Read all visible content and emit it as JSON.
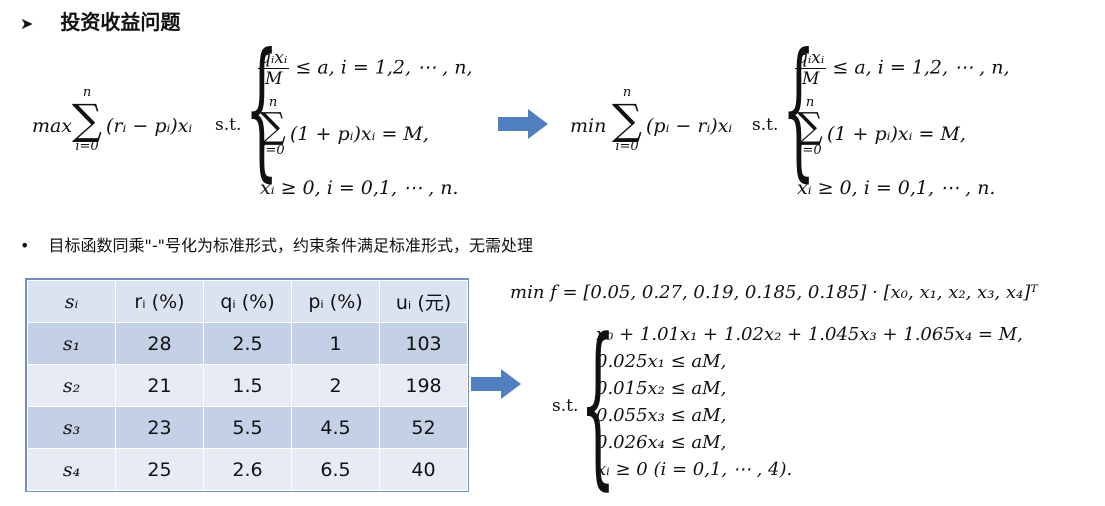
{
  "heading": {
    "arrow": "➤",
    "text": "投资收益问题"
  },
  "bullet": {
    "dot": "•",
    "text": "目标函数同乘\"-\"号化为标准形式，约束条件满足标准形式，无需处理"
  },
  "formula_left": {
    "objective_prefix": "max",
    "sum_upper": "n",
    "sum_lower": "i=0",
    "term": "(rᵢ − pᵢ)xᵢ",
    "st": "s.t.",
    "c1_num": "qᵢxᵢ",
    "c1_den": "M",
    "c1_rest": "≤ a, i = 1,2, ⋯ , n,",
    "c2_upper": "n",
    "c2_lower": "i=0",
    "c2_rest": "(1 + pᵢ)xᵢ = M,",
    "c3": "xᵢ ≥ 0,    i = 0,1, ⋯ , n."
  },
  "formula_right": {
    "objective_prefix": "min",
    "sum_upper": "n",
    "sum_lower": "i=0",
    "term": "(pᵢ − rᵢ)xᵢ",
    "st": "s.t.",
    "c1_num": "qᵢxᵢ",
    "c1_den": "M",
    "c1_rest": "≤ a, i = 1,2, ⋯ , n,",
    "c2_upper": "n",
    "c2_lower": "i=0",
    "c2_rest": "(1 + pᵢ)xᵢ = M,",
    "c3": "xᵢ ≥ 0,    i = 0,1, ⋯ , n."
  },
  "table": {
    "headers": [
      "sᵢ",
      "rᵢ (%)",
      "qᵢ (%)",
      "pᵢ (%)",
      "uᵢ (元)"
    ],
    "rows": [
      [
        "s₁",
        "28",
        "2.5",
        "1",
        "103"
      ],
      [
        "s₂",
        "21",
        "1.5",
        "2",
        "198"
      ],
      [
        "s₃",
        "23",
        "5.5",
        "4.5",
        "52"
      ],
      [
        "s₄",
        "25",
        "2.6",
        "6.5",
        "40"
      ]
    ]
  },
  "formula_bottom": {
    "objective": "min   f = [0.05,  0.27,  0.19,  0.185,  0.185] · [x₀, x₁, x₂, x₃, x₄]ᵀ",
    "st": "s.t.",
    "constraints": [
      "x₀ + 1.01x₁ + 1.02x₂ + 1.045x₃ + 1.065x₄ = M,",
      "0.025x₁ ≤ aM,",
      "0.015x₂ ≤ aM,",
      "0.055x₃ ≤ aM,",
      "0.026x₄ ≤ aM,",
      "xᵢ ≥ 0  (i = 0,1, ⋯ , 4)."
    ]
  },
  "colors": {
    "arrow_blue": "#4f7fbf",
    "table_border": "#6f8fc2",
    "row_dark": "#c4d0e6",
    "row_light": "#e6ebf5"
  }
}
